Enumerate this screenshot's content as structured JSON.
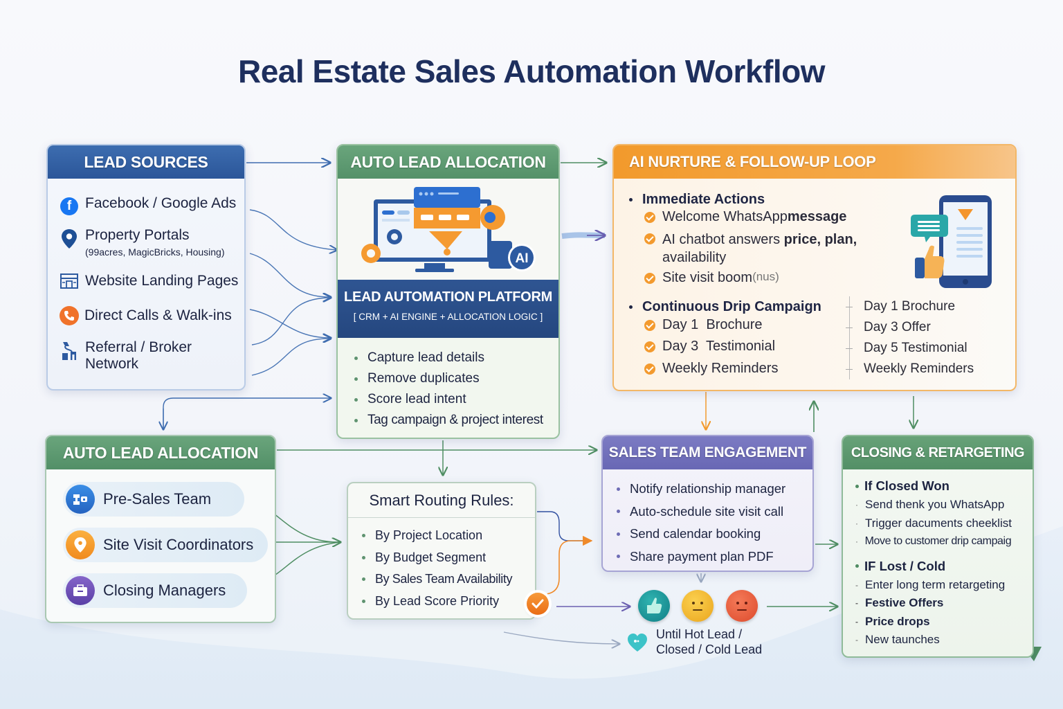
{
  "title": "Real Estate Sales Automation Workflow",
  "colors": {
    "lead_sources": "#2f5c9f",
    "allocation": "#5f9a70",
    "platform": "#2a4c87",
    "nurture": "#f39c33",
    "sales": "#7473bd",
    "closing": "#5c9970",
    "accent_orange": "#f39a2e"
  },
  "lead_sources": {
    "header": "LEAD SOURCES",
    "items": [
      {
        "icon": "facebook-icon",
        "label": "Facebook / Google Ads"
      },
      {
        "icon": "location-pin-icon",
        "label": "Property Portals",
        "sub": "(99acres, MagicBricks, Housing)"
      },
      {
        "icon": "website-icon",
        "label": "Website Landing Pages"
      },
      {
        "icon": "phone-icon",
        "label": "Direct Calls & Walk-ins"
      },
      {
        "icon": "referral-network-icon",
        "label": "Referral / Broker",
        "label2": "Network"
      }
    ]
  },
  "auto_allocation_top": {
    "header": "AUTO LEAD ALLOCATION",
    "illustration": "crm-dashboard-ai-illustration",
    "ai_badge": "AI",
    "platform_title": "LEAD AUTOMATION PLATFORM",
    "platform_sub": "[ CRM + AI ENGINE + ALLOCATION LOGIC ]",
    "items": [
      "Capture lead details",
      "Remove duplicates",
      "Score lead intent",
      "Tag campaign & project interest"
    ]
  },
  "nurture": {
    "header": "AI NURTURE & FOLLOW-UP LOOP",
    "immediate_title": "Immediate Actions",
    "immediate_items": [
      {
        "pre": "Welcome WhatsApp ",
        "bold": "message"
      },
      {
        "pre": "AI chatbot answers ",
        "bold": "price, plan,",
        "line2": "availability"
      },
      {
        "pre": "Site visit boom ",
        "bold": "",
        "garbled": "(nus)"
      }
    ],
    "drip_title": "Continuous Drip Campaign",
    "drip_items": [
      "Day 1  Brochure",
      "Day 3  Testimonial",
      "Weekly Reminders"
    ],
    "drip_schedule": [
      "Day 1 Brochure",
      "Day 3 Offer",
      "Day 5 Testimonial",
      "Weekly Reminders"
    ]
  },
  "auto_allocation_bottom": {
    "header": "AUTO LEAD ALLOCATION",
    "teams": [
      {
        "icon": "presales-team-icon",
        "label": "Pre-Sales Team"
      },
      {
        "icon": "location-pin-icon",
        "label": "Site Visit Coordinators"
      },
      {
        "icon": "briefcase-icon",
        "label": "Closing Managers"
      }
    ]
  },
  "routing": {
    "header": "Smart Routing Rules:",
    "items": [
      "By Project Location",
      "By Budget Segment",
      "By Sales Team Availability",
      "By Lead Score Priority"
    ]
  },
  "sales": {
    "header": "SALES TEAM ENGAGEMENT",
    "items": [
      "Notify relationship manager",
      "Auto-schedule site visit call",
      "Send calendar booking",
      "Share payment plan PDF"
    ]
  },
  "outcome": {
    "faces": [
      "hot-lead-thumbs-up-icon",
      "neutral-face-icon",
      "cold-lead-face-icon"
    ],
    "line1": "Until Hot Lead /",
    "line2": "Closed / Cold Lead"
  },
  "closing": {
    "header": "CLOSING & RETARGETING",
    "won_title": "If Closed Won",
    "won_items": [
      "Send thenk you WhatsApp",
      "Trigger dacuments cheeklist",
      "Move to customer drip campaig"
    ],
    "lost_title": "IF Lost / Cold",
    "lost_items": [
      {
        "label": "Enter long term retargeting",
        "bold": false
      },
      {
        "label": "Festive Offers",
        "bold": true
      },
      {
        "label": "Price drops",
        "bold": true
      },
      {
        "label": "New taunches",
        "bold": false
      }
    ]
  }
}
